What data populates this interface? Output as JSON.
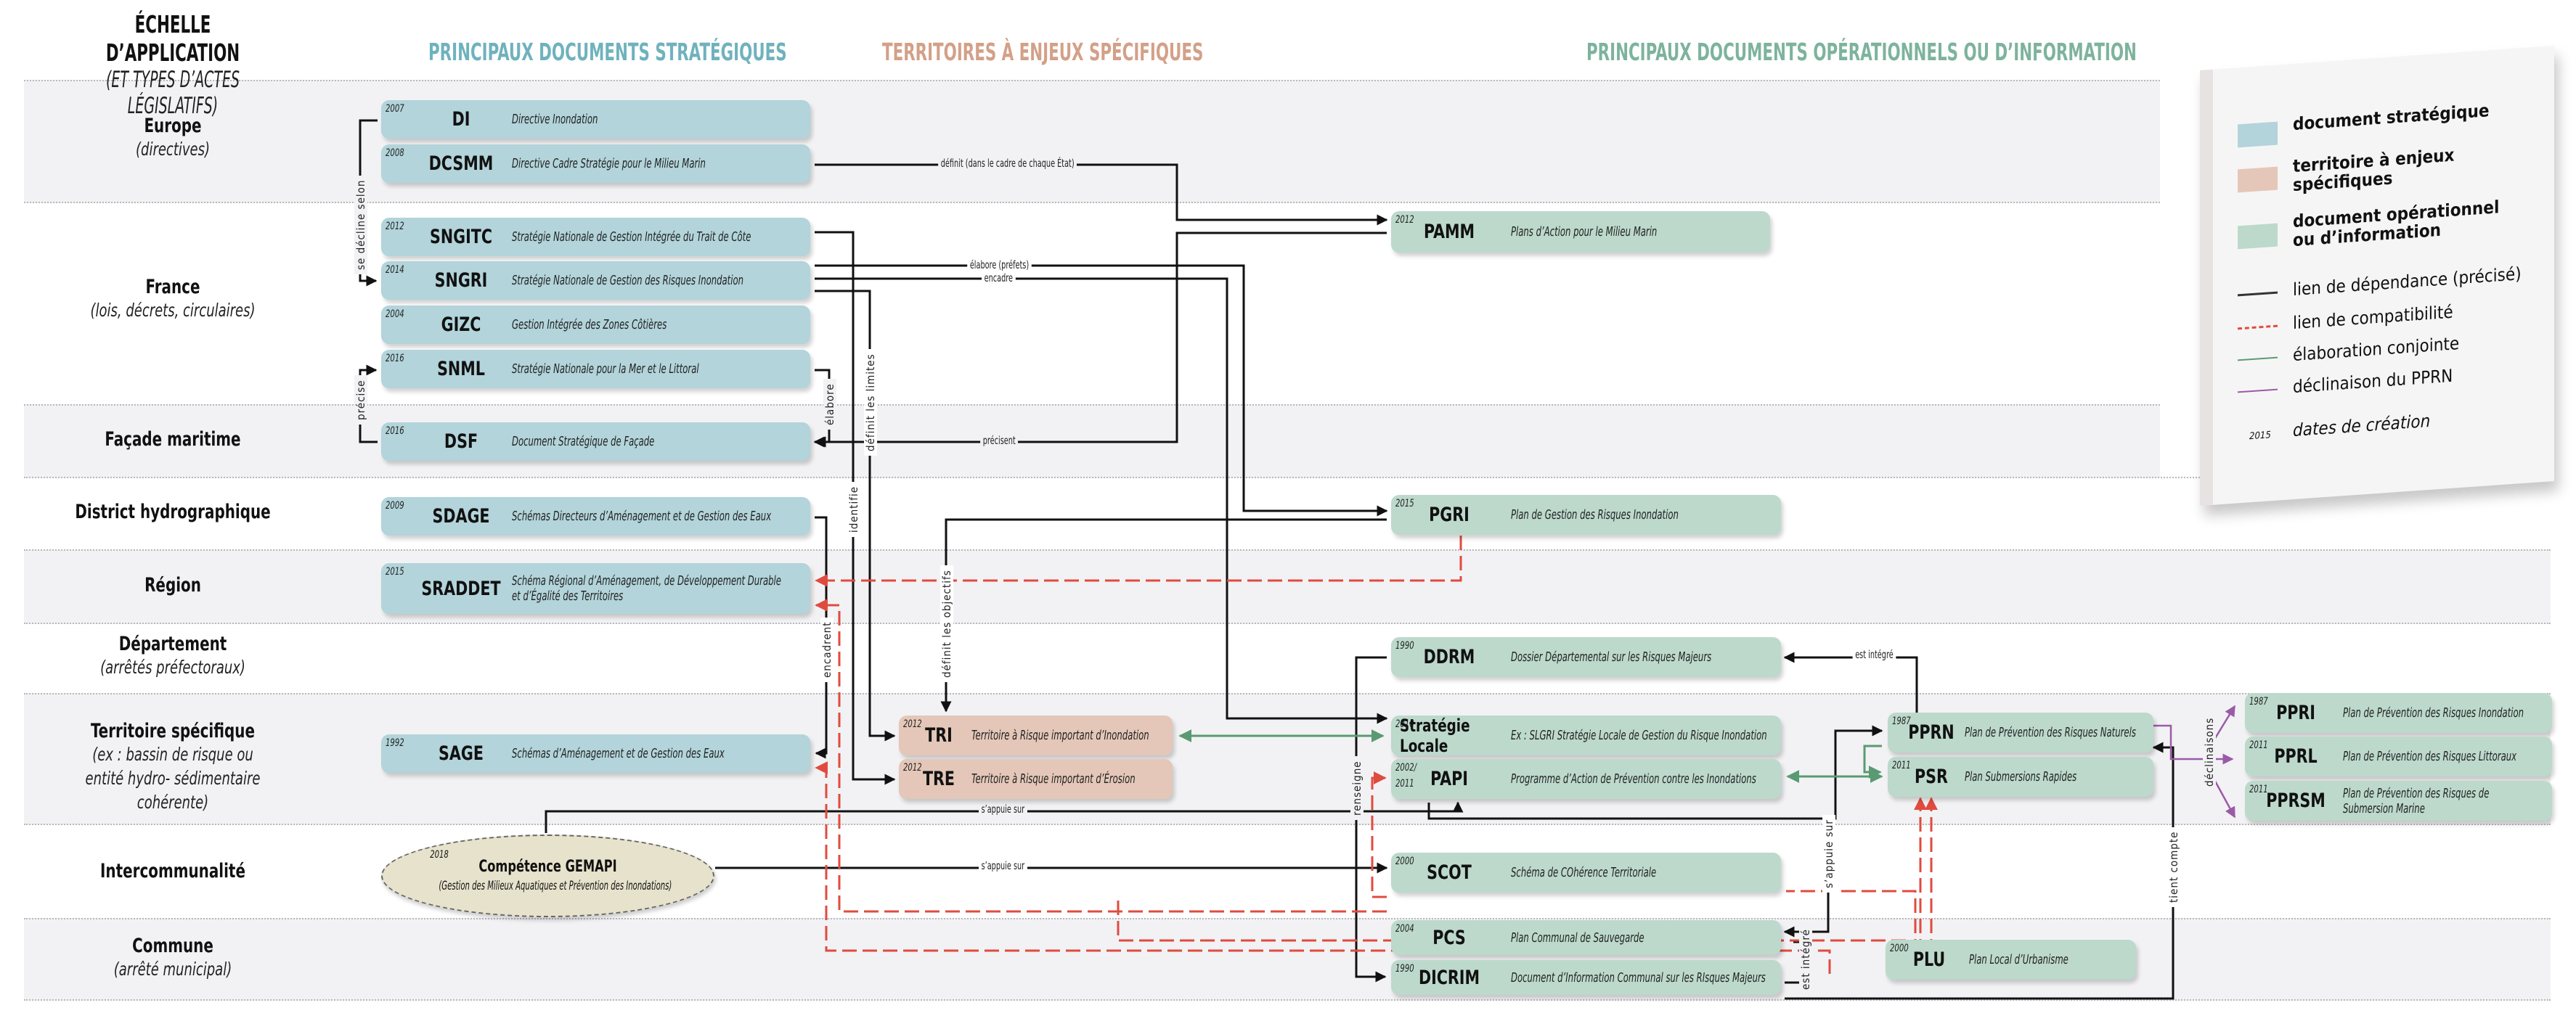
{
  "header": {
    "scale_title": "ÉCHELLE D’APPLICATION",
    "scale_subtitle": "(ET TYPES D’ACTES LÉGISLATIFS)",
    "col_strategic": "PRINCIPAUX DOCUMENTS STRATÉGIQUES",
    "col_territories": "TERRITOIRES À ENJEUX SPÉCIFIQUES",
    "col_operational": "PRINCIPAUX DOCUMENTS OPÉRATIONNELS OU D’INFORMATION"
  },
  "colors": {
    "strategic": "#b2d4da",
    "territory": "#e4c7b8",
    "operational": "#bcd9cc",
    "strategic_title": "#6fb2bd",
    "territory_title": "#d3a088",
    "operational_title": "#7db39d",
    "dependency": "#111111",
    "compatibility": "#e04b3f",
    "joint": "#5a9a72",
    "pprn": "#9b5aa8"
  },
  "scales": [
    {
      "name": "Europe",
      "sub": "(directives)"
    },
    {
      "name": "France",
      "sub": "(lois, décrets, circulaires)"
    },
    {
      "name": "Façade maritime",
      "sub": ""
    },
    {
      "name": "District hydrographique",
      "sub": ""
    },
    {
      "name": "Région",
      "sub": ""
    },
    {
      "name": "Département",
      "sub": "(arrêtés préfectoraux)"
    },
    {
      "name": "Territoire spécifique",
      "sub": "(ex : bassin de risque ou",
      "sub2": "entité hydro- sédimentaire cohérente)"
    },
    {
      "name": "Intercommunalité",
      "sub": ""
    },
    {
      "name": "Commune",
      "sub": "(arrêté municipal)"
    }
  ],
  "docs": {
    "DI": {
      "year": "2007",
      "acr": "DI",
      "full": "Directive Inondation"
    },
    "DCSMM": {
      "year": "2008",
      "acr": "DCSMM",
      "full": "Directive Cadre Stratégie pour le Milieu Marin"
    },
    "SNGITC": {
      "year": "2012",
      "acr": "SNGITC",
      "full": "Stratégie Nationale de Gestion Intégrée du Trait de Côte"
    },
    "SNGRI": {
      "year": "2014",
      "acr": "SNGRI",
      "full": "Stratégie Nationale de Gestion des Risques Inondation"
    },
    "GIZC": {
      "year": "2004",
      "acr": "GIZC",
      "full": "Gestion Intégrée des Zones Côtières"
    },
    "SNML": {
      "year": "2016",
      "acr": "SNML",
      "full": "Stratégie Nationale pour la Mer et le Littoral"
    },
    "DSF": {
      "year": "2016",
      "acr": "DSF",
      "full": "Document Stratégique de Façade"
    },
    "SDAGE": {
      "year": "2009",
      "acr": "SDAGE",
      "full": "Schémas Directeurs d’Aménagement et de Gestion des Eaux"
    },
    "SRADDET": {
      "year": "2015",
      "acr": "SRADDET",
      "full": "Schéma Régional d’Aménagement, de Développement Durable",
      "full2": "et d’Égalité des Territoires"
    },
    "SAGE": {
      "year": "1992",
      "acr": "SAGE",
      "full": "Schémas d’Aménagement et de Gestion des Eaux"
    },
    "TRI": {
      "year": "2012",
      "acr": "TRI",
      "full": "Territoire à Risque important d’Inondation"
    },
    "TRE": {
      "year": "2012",
      "acr": "TRE",
      "full": "Territoire à Risque important d’Érosion"
    },
    "PAMM": {
      "year": "2012",
      "acr": "PAMM",
      "full": "Plans d’Action pour le Milieu Marin"
    },
    "PGRI": {
      "year": "2015",
      "acr": "PGRI",
      "full": "Plan de Gestion des Risques Inondation"
    },
    "DDRM": {
      "year": "1990",
      "acr": "DDRM",
      "full": "Dossier Départemental sur les Risques Majeurs"
    },
    "SL": {
      "year": "2010",
      "acr": "Stratégie Locale",
      "full": "Ex : SLGRI Stratégie Locale de Gestion du Risque Inondation"
    },
    "PAPI": {
      "year": "2002/",
      "year2": "2011",
      "acr": "PAPI",
      "full": "Programme d’Action de Prévention contre les Inondations"
    },
    "SCOT": {
      "year": "2000",
      "acr": "SCOT",
      "full": "Schéma de COhérence Territoriale"
    },
    "PCS": {
      "year": "2004",
      "acr": "PCS",
      "full": "Plan Communal de Sauvegarde"
    },
    "DICRIM": {
      "year": "1990",
      "acr": "DICRIM",
      "full": "Document d’Information Communal sur les RIsques Majeurs"
    },
    "PPRN": {
      "year": "1987",
      "acr": "PPRN",
      "full": "Plan de Prévention des Risques Naturels"
    },
    "PSR": {
      "year": "2011",
      "acr": "PSR",
      "full": "Plan Submersions Rapides"
    },
    "PLU": {
      "year": "2000",
      "acr": "PLU",
      "full": "Plan Local d’Urbanisme"
    },
    "PPRI": {
      "year": "1987",
      "acr": "PPRI",
      "full": "Plan de Prévention des Risques Inondation"
    },
    "PPRL": {
      "year": "2011",
      "acr": "PPRL",
      "full": "Plan de Prévention des Risques Littoraux"
    },
    "PPRSM": {
      "year": "2011",
      "acr": "PPRSM",
      "full": "Plan de Prévention des Risques de",
      "full2": "Submersion Marine"
    }
  },
  "gemapi": {
    "year": "2018",
    "title": "Compétence GEMAPI",
    "sub": "(Gestion des Milieux Aquatiques et Prévention des Inondations)"
  },
  "link_labels": {
    "se_decline_selon": "se décline selon",
    "definit_cadre": "définit (dans le cadre de chaque État)",
    "elabore_prefets": "élabore (préfets)",
    "encadre": "encadre",
    "precisent": "précisent",
    "precise": "précise",
    "elabore": "élabore",
    "definit_limites": "définit les limites",
    "identifie": "identifie",
    "encadrent": "encadrent",
    "definit_objectifs": "définit les objectifs",
    "est_integre": "est intégré",
    "renseigne": "renseigne",
    "sappuie_sur": "s’appuie sur",
    "declinaisons": "déclinaisons",
    "tient_compte": "tient compte"
  },
  "legend": {
    "strategic": "document stratégique",
    "territory_1": "territoire à enjeux",
    "territory_2": "spécifiques",
    "operational_1": "document opérationnel",
    "operational_2": "ou d’information",
    "dependency": "lien de dépendance (précisé)",
    "compatibility": "lien de compatibilité",
    "joint": "élaboration conjointe",
    "pprn": "déclinaison du PPRN",
    "date_sample": "2015",
    "dates": "dates de création"
  }
}
